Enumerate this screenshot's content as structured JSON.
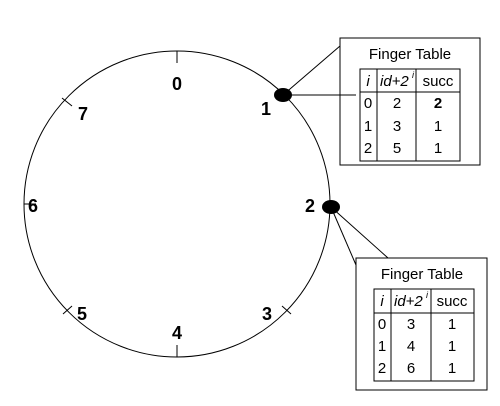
{
  "ring": {
    "positions": [
      "0",
      "1",
      "2",
      "3",
      "4",
      "5",
      "6",
      "7"
    ]
  },
  "finger_tables": [
    {
      "title": "Finger Table",
      "headers": {
        "i": "i",
        "id": "id+2",
        "sup": "i",
        "succ": "succ"
      },
      "rows": [
        {
          "i": "0",
          "id": "2",
          "succ": "2",
          "bold": true
        },
        {
          "i": "1",
          "id": "3",
          "succ": "1",
          "bold": false
        },
        {
          "i": "2",
          "id": "5",
          "succ": "1",
          "bold": false
        }
      ]
    },
    {
      "title": "Finger Table",
      "headers": {
        "i": "i",
        "id": "id+2",
        "sup": "i",
        "succ": "succ"
      },
      "rows": [
        {
          "i": "0",
          "id": "3",
          "succ": "1",
          "bold": false
        },
        {
          "i": "1",
          "id": "4",
          "succ": "1",
          "bold": false
        },
        {
          "i": "2",
          "id": "6",
          "succ": "1",
          "bold": false
        }
      ]
    }
  ]
}
